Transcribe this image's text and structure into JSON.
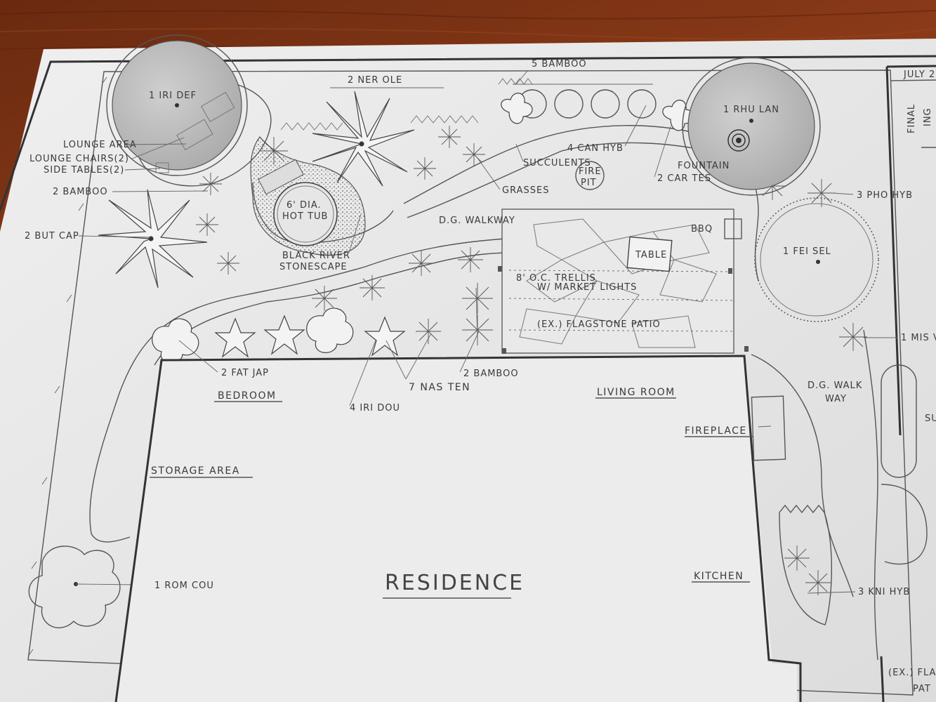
{
  "title_block": {
    "date": "JULY 2",
    "stage": "FINAL",
    "stage2": "ING"
  },
  "residence": {
    "title": "RESIDENCE",
    "rooms": {
      "bedroom": "BEDROOM",
      "living_room": "LIVING ROOM",
      "storage": "STORAGE AREA",
      "fireplace": "FIREPLACE",
      "kitchen": "KITCHEN"
    }
  },
  "features": {
    "hot_tub_1": "6' DIA.",
    "hot_tub_2": "HOT TUB",
    "fire_pit_1": "FIRE",
    "fire_pit_2": "PIT",
    "table": "TABLE",
    "bbq": "BBQ",
    "fountain": "FOUNTAIN",
    "stonescape_1": "BLACK RIVER",
    "stonescape_2": "STONESCAPE",
    "walkway_top": "D.G. WALKWAY",
    "walkway_right_1": "D.G. WALK",
    "walkway_right_2": "WAY",
    "trellis": "8' O.C. TRELLIS",
    "market_lights": "W/ MARKET LIGHTS",
    "patio": "(EX.) FLAGSTONE PATIO",
    "patio_br_1": "(EX.) FLA",
    "patio_br_2": "PAT",
    "lounge_area": "LOUNGE AREA",
    "lounge_chairs": "LOUNGE CHAIRS(2)",
    "side_tables": "SIDE TABLES(2)"
  },
  "plants": {
    "iri_def": "1 IRI DEF",
    "ner_ole": "2 NER OLE",
    "bamboo_5": "5 BAMBOO",
    "rhu_lan": "1 RHU LAN",
    "bamboo_2_left": "2 BAMBOO",
    "but_cap": "2 BUT CAP",
    "can_hyb": "4 CAN HYB",
    "succulents": "SUCCULENTS",
    "grasses": "GRASSES",
    "car_tes": "2 CAR TES",
    "pho_hyb": "3 PHO HYB",
    "fei_sel": "1 FEI SEL",
    "mis": "1 MIS V",
    "fat_jap": "2 FAT JAP",
    "bamboo_2_mid": "2 BAMBOO",
    "nas_ten": "7 NAS TEN",
    "iri_dou": "4 IRI DOU",
    "rom_cou": "1 ROM COU",
    "kni_hyb": "3 KNI HYB",
    "su": "SU"
  }
}
